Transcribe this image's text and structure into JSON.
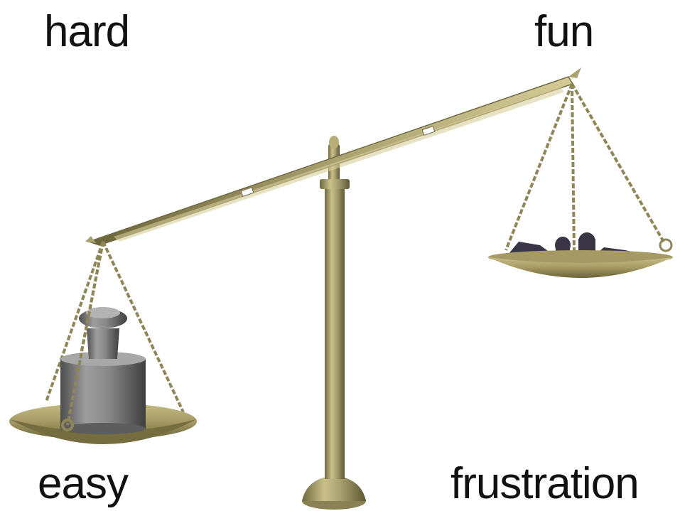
{
  "labels": {
    "hard": "hard",
    "fun": "fun",
    "easy": "easy",
    "frustration": "frustration"
  },
  "scale": {
    "metal_color": "#a9a070",
    "metal_dark_color": "#6f6840",
    "weight_color": "#8c8c8c",
    "small_weights_color": "#3a3545"
  }
}
